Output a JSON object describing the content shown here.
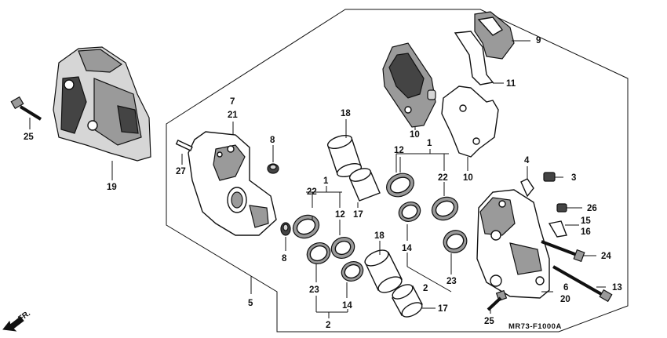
{
  "diagram": {
    "code": "MR73-F1000A",
    "direction_text": "FR.",
    "labels": {
      "n9": "9",
      "n11": "11",
      "n10a": "10",
      "n10b": "10",
      "n7": "7",
      "n21": "21",
      "n8a": "8",
      "n8b": "8",
      "n27": "27",
      "n25a": "25",
      "n25b": "25",
      "n19": "19",
      "n18a": "18",
      "n18b": "18",
      "n12a": "12",
      "n12b": "12",
      "n1a": "1",
      "n1b": "1",
      "n22a": "22",
      "n22b": "22",
      "n17a": "17",
      "n17b": "17",
      "n14a": "14",
      "n14b": "14",
      "n23a": "23",
      "n23b": "23",
      "n2a": "2",
      "n2b": "2",
      "n5": "5",
      "n4": "4",
      "n3": "3",
      "n26": "26",
      "n15": "15",
      "n16": "16",
      "n24": "24",
      "n13": "13",
      "n6": "6",
      "n20": "20"
    }
  }
}
